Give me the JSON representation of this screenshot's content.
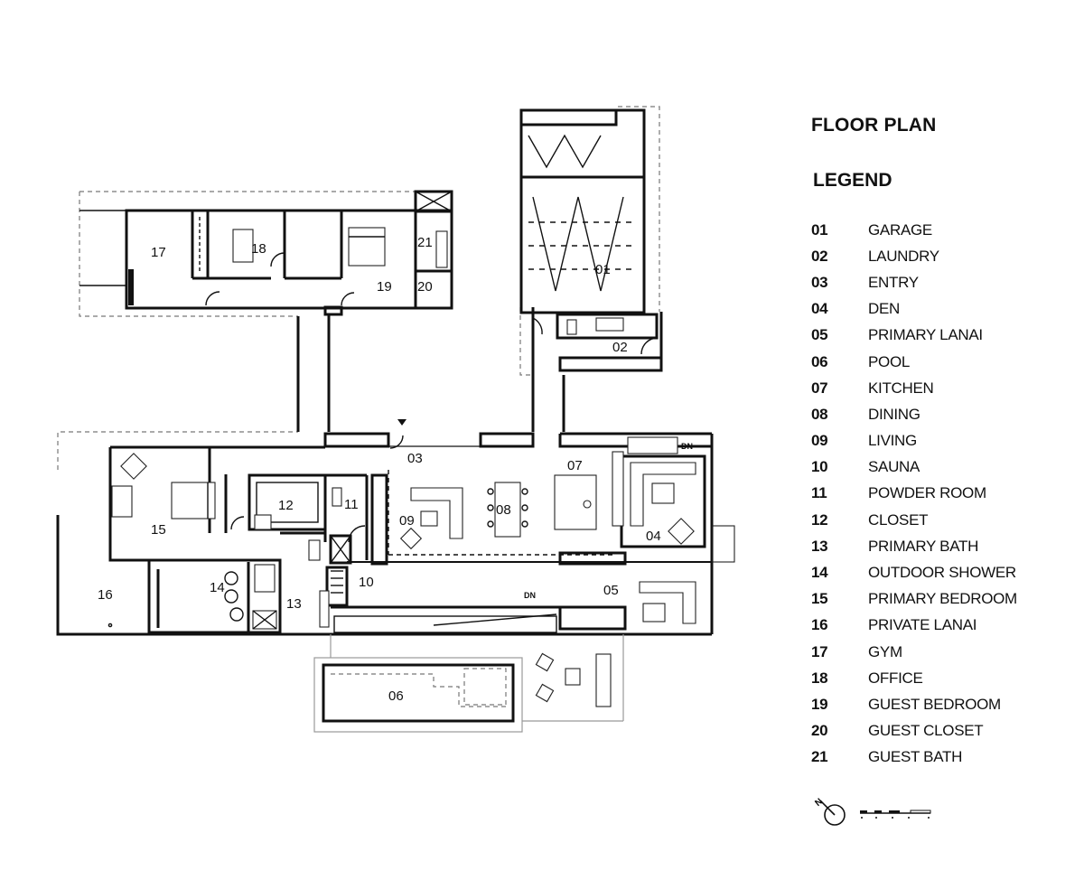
{
  "title": "FLOOR PLAN",
  "legend_title": "LEGEND",
  "legend": [
    {
      "num": "01",
      "name": "GARAGE"
    },
    {
      "num": "02",
      "name": "LAUNDRY"
    },
    {
      "num": "03",
      "name": "ENTRY"
    },
    {
      "num": "04",
      "name": "DEN"
    },
    {
      "num": "05",
      "name": "PRIMARY LANAI"
    },
    {
      "num": "06",
      "name": "POOL"
    },
    {
      "num": "07",
      "name": "KITCHEN"
    },
    {
      "num": "08",
      "name": "DINING"
    },
    {
      "num": "09",
      "name": "LIVING"
    },
    {
      "num": "10",
      "name": "SAUNA"
    },
    {
      "num": "11",
      "name": "POWDER ROOM"
    },
    {
      "num": "12",
      "name": "CLOSET"
    },
    {
      "num": "13",
      "name": "PRIMARY BATH"
    },
    {
      "num": "14",
      "name": "OUTDOOR SHOWER"
    },
    {
      "num": "15",
      "name": "PRIMARY BEDROOM"
    },
    {
      "num": "16",
      "name": "PRIVATE LANAI"
    },
    {
      "num": "17",
      "name": "GYM"
    },
    {
      "num": "18",
      "name": "OFFICE"
    },
    {
      "num": "19",
      "name": "GUEST BEDROOM"
    },
    {
      "num": "20",
      "name": "GUEST CLOSET"
    },
    {
      "num": "21",
      "name": "GUEST BATH"
    }
  ],
  "plan_labels": {
    "r01": "01",
    "r02": "02",
    "r03": "03",
    "r04": "04",
    "r05": "05",
    "r06": "06",
    "r07": "07",
    "r08": "08",
    "r09": "09",
    "r10": "10",
    "r11": "11",
    "r12": "12",
    "r13": "13",
    "r14": "14",
    "r15": "15",
    "r16": "16",
    "r17": "17",
    "r18": "18",
    "r19": "19",
    "r20": "20",
    "r21": "21",
    "dn1": "DN",
    "dn2": "DN"
  },
  "compass": {
    "label": "N",
    "icon": "north-arrow-icon"
  },
  "scale_icon": "scale-bar-icon"
}
